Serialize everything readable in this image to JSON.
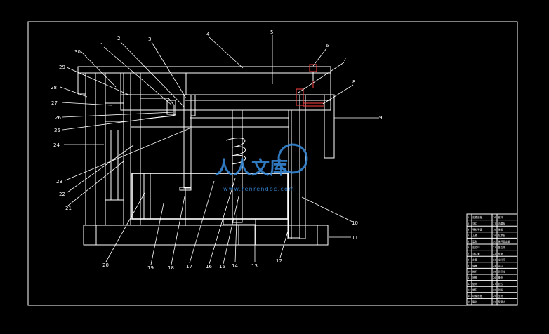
{
  "callouts": [
    "1",
    "2",
    "3",
    "4",
    "5",
    "6",
    "7",
    "8",
    "9",
    "10",
    "11",
    "12",
    "13",
    "14",
    "15",
    "16",
    "17",
    "18",
    "19",
    "20",
    "21",
    "22",
    "23",
    "24",
    "25",
    "26",
    "27",
    "28",
    "29",
    "30"
  ],
  "parts_table": {
    "rows": [
      [
        "1",
        "定模座板",
        "16",
        "推杆"
      ],
      [
        "2",
        "浇口",
        "17",
        "动模板"
      ],
      [
        "3",
        "导柱导套",
        "18",
        "推板"
      ],
      [
        "4",
        "上模",
        "19",
        "支撑板"
      ],
      [
        "5",
        "型腔",
        "20",
        "推杆固定板"
      ],
      [
        "6",
        "定位环",
        "21",
        "复位杆"
      ],
      [
        "7",
        "浇口套",
        "22",
        "推管"
      ],
      [
        "8",
        "水管",
        "23",
        "拉料杆"
      ],
      [
        "9",
        "弹簧",
        "24",
        "导柱"
      ],
      [
        "10",
        "推杆",
        "25",
        "斜导柱"
      ],
      [
        "11",
        "底座",
        "26",
        "滑块"
      ],
      [
        "12",
        "垫块",
        "27",
        "型芯"
      ],
      [
        "13",
        "螺钉",
        "28",
        "侧板"
      ],
      [
        "14",
        "动模座板",
        "29",
        "压块"
      ],
      [
        "15",
        "型芯",
        "30",
        "楔紧块"
      ]
    ]
  },
  "watermark": {
    "text": "人人文库",
    "url": "www.renrendoc.com",
    "color": "#3a8fe0"
  }
}
